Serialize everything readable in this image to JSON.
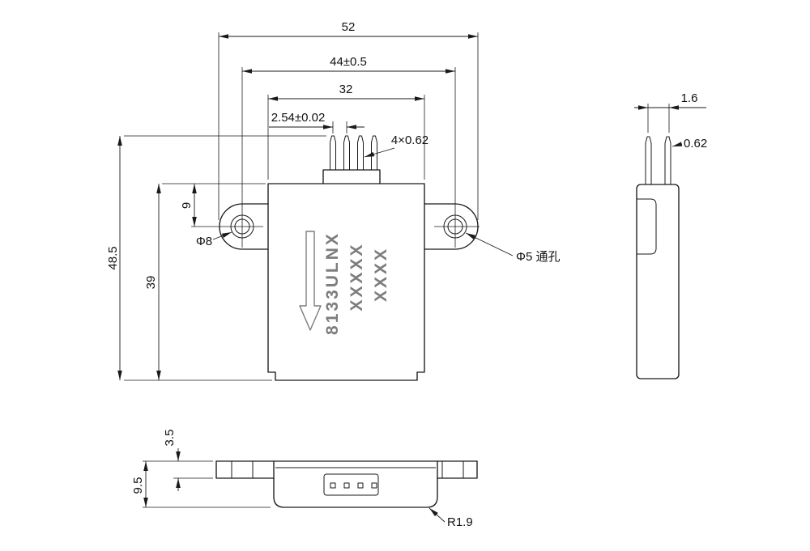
{
  "drawing": {
    "background": "#ffffff",
    "line_color": "#1a1a1a",
    "marking_color": "#7d7d7d",
    "front_view": {
      "marking_line1": "8133ULNX",
      "marking_line2": "XXXXX",
      "marking_line3": "XXXX",
      "dims": {
        "overall_width": "52",
        "hole_span": "44±0.5",
        "body_width": "32",
        "pin_pitch": "2.54±0.02",
        "pin_spec": "4×0.62",
        "overall_height": "48.5",
        "body_height": "39",
        "hole_offset": "9",
        "counterbore": "Φ8",
        "through_hole": "Φ5 通孔"
      }
    },
    "side_view": {
      "dims": {
        "pin_span": "1.6",
        "pin_thickness": "0.62"
      }
    },
    "bottom_view": {
      "dims": {
        "tab_thickness": "3.5",
        "overall_depth": "9.5",
        "corner_radius": "R1.9"
      }
    }
  }
}
